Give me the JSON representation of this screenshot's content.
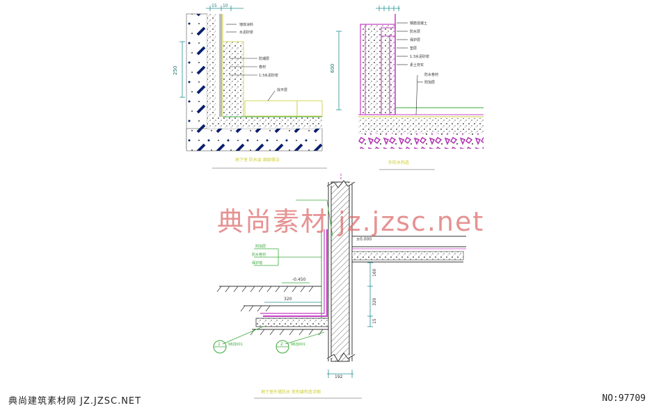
{
  "watermark": "典尚素材 jz.jzsc.net",
  "footer": {
    "site": "典尚建筑素材网 JZ.JZSC.NET",
    "number": "NO:97709"
  },
  "top_left_detail": {
    "dims_top": [
      "15",
      "10"
    ],
    "dim_side": "250",
    "callouts": [
      "墙体涂料",
      "水泥砂浆",
      "防潮层",
      "卷材",
      "1:3水泥砂浆",
      "找平层"
    ],
    "title": "地下室 防水层 细部做法"
  },
  "top_right_detail": {
    "dim_side": "600",
    "callouts": [
      "钢筋混凝土",
      "防水层",
      "保护层",
      "垫层",
      "1:3水泥砂浆",
      "素土夯实",
      "防水卷材",
      "附加层"
    ],
    "title": "外防水构造"
  },
  "bottom_detail": {
    "level_top": "±0.000",
    "level_mid": "-0.450",
    "dims": [
      "320",
      "160",
      "320",
      "15",
      "192"
    ],
    "callouts": [
      "附加层",
      "防水卷材",
      "保护墙"
    ],
    "refs": [
      "98ZJ001",
      "98ZJ001"
    ],
    "ref_labels": [
      "1",
      "2"
    ],
    "title": "地下室外墙防水 变形缝构造详图"
  },
  "colors": {
    "dark_blue": "#0a1f6e",
    "magenta": "#c43cc4",
    "green": "#39a839",
    "yellow": "#cccc33",
    "teal": "#1f8f8f",
    "hatch": "#555555"
  }
}
